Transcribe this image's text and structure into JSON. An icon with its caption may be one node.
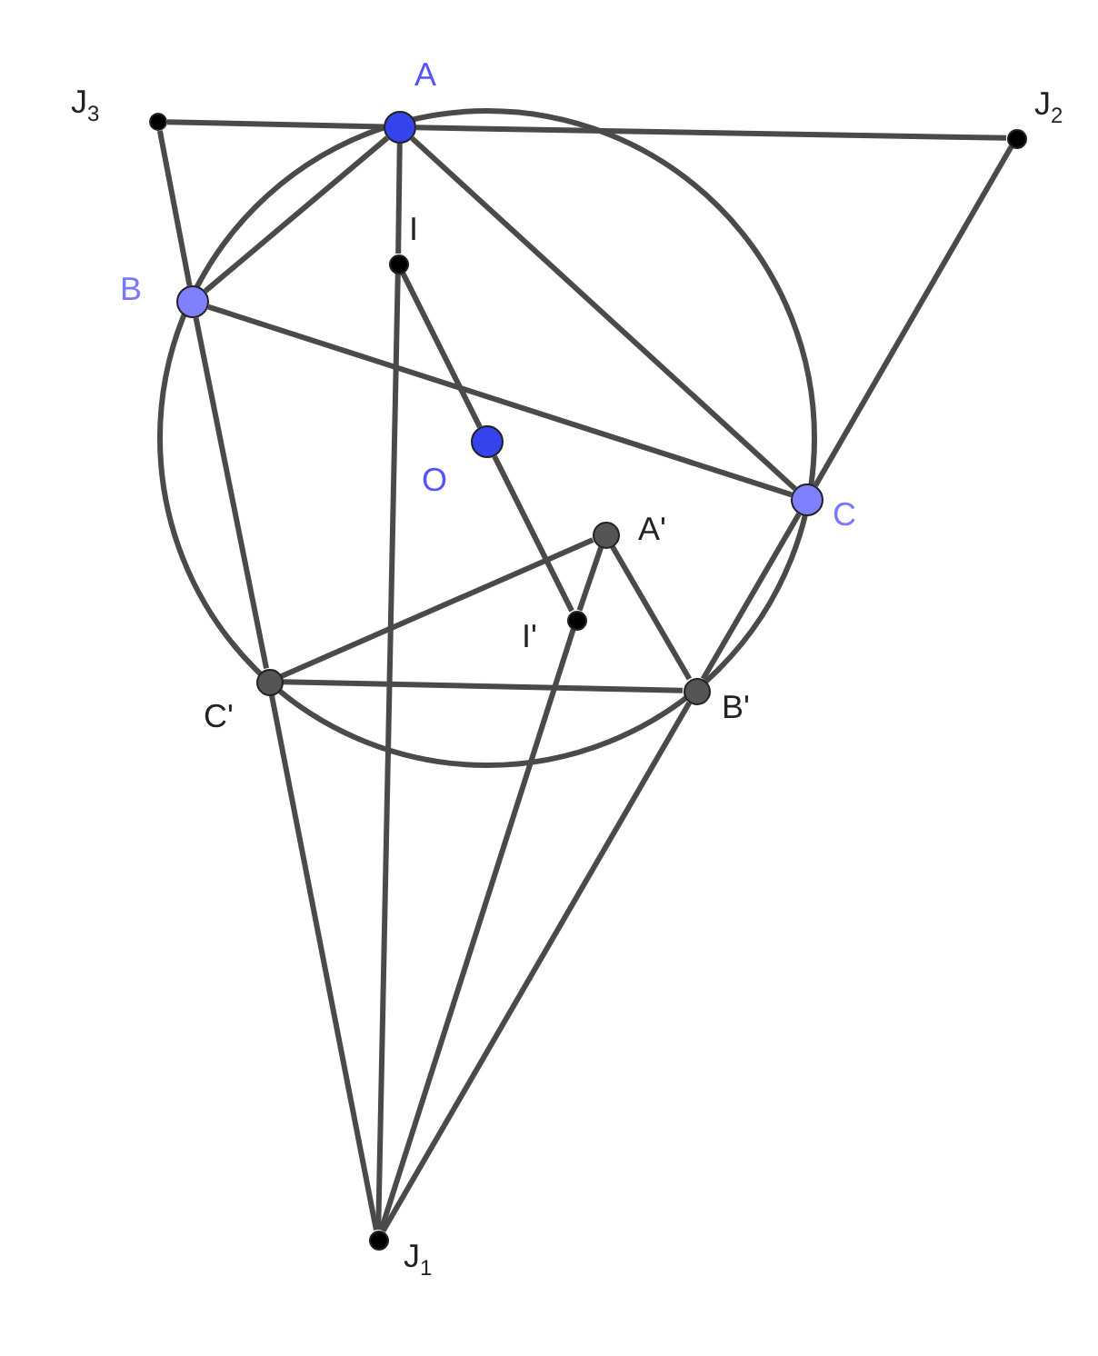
{
  "diagram": {
    "nodes": [
      {
        "text": [
          "J$_{3}$"
        ]
      },
      {
        "text": [
          "A"
        ]
      },
      {
        "text": [
          "J$_{2}$"
        ]
      },
      {
        "text": [
          "I"
        ]
      },
      {
        "text": [
          "B"
        ]
      },
      {
        "text": [
          "O"
        ]
      },
      {
        "text": [
          "C"
        ]
      },
      {
        "text": [
          "A'"
        ]
      },
      {
        "text": [
          "I'"
        ]
      },
      {
        "text": [
          "C'"
        ]
      },
      {
        "text": [
          "B'"
        ]
      },
      {
        "text": [
          "J$_{1}$"
        ]
      }
    ],
    "edges": [
      {
        "from": 0,
        "to": 1,
        "arrow": "none"
      },
      {
        "from": 1,
        "to": 2,
        "arrow": "none"
      },
      {
        "from": 0,
        "to": 4,
        "arrow": "none"
      },
      {
        "from": 4,
        "to": 9,
        "arrow": "none"
      },
      {
        "from": 9,
        "to": 11,
        "arrow": "none"
      },
      {
        "from": 2,
        "to": 6,
        "arrow": "none"
      },
      {
        "from": 6,
        "to": 10,
        "arrow": "none"
      },
      {
        "from": 10,
        "to": 11,
        "arrow": "none"
      },
      {
        "from": 1,
        "to": 4,
        "arrow": "none"
      },
      {
        "from": 1,
        "to": 6,
        "arrow": "none"
      },
      {
        "from": 4,
        "to": 6,
        "arrow": "none"
      },
      {
        "from": 1,
        "to": 3,
        "arrow": "none"
      },
      {
        "from": 3,
        "to": 11,
        "arrow": "none"
      },
      {
        "from": 3,
        "to": 5,
        "arrow": "none"
      },
      {
        "from": 5,
        "to": 8,
        "arrow": "none"
      },
      {
        "from": 7,
        "to": 9,
        "arrow": "none"
      },
      {
        "from": 9,
        "to": 10,
        "arrow": "none"
      },
      {
        "from": 10,
        "to": 7,
        "arrow": "none"
      },
      {
        "from": 7,
        "to": 8,
        "arrow": "none"
      },
      {
        "from": 8,
        "to": 11,
        "arrow": "none"
      }
    ]
  }
}
